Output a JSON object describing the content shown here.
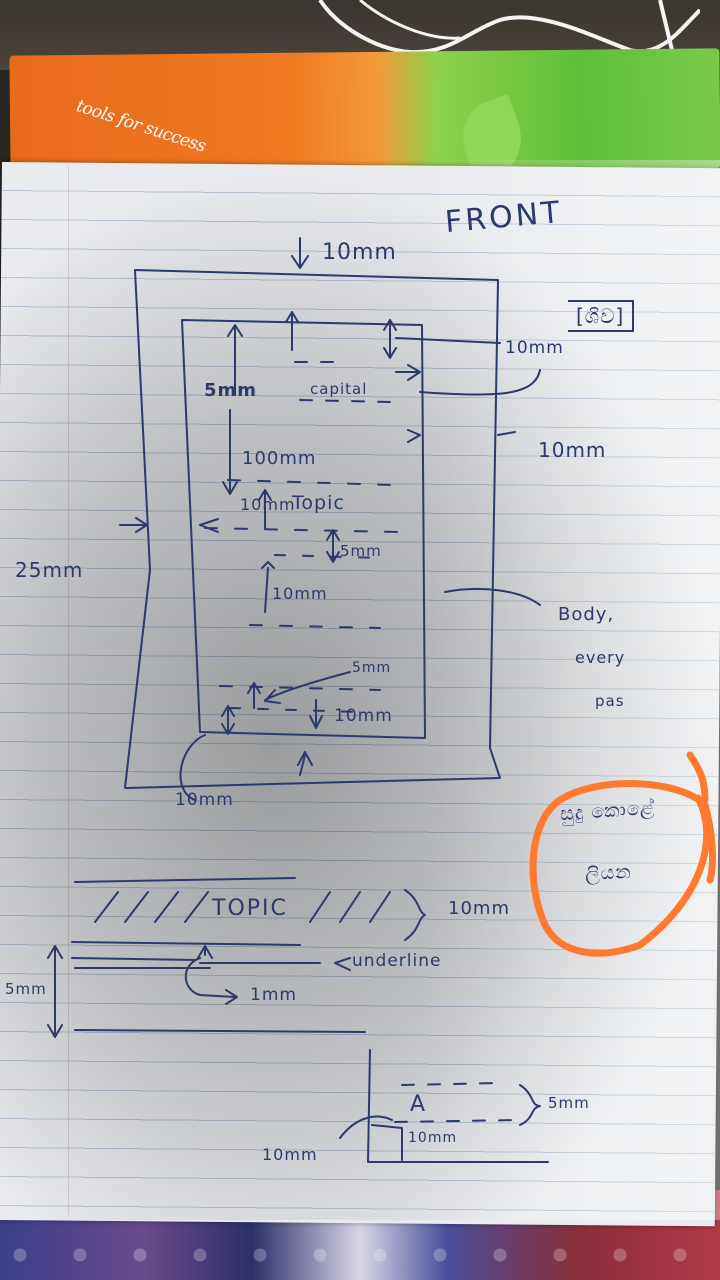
{
  "folder": {
    "tagline": "tools for success"
  },
  "sketch": {
    "title": "FRONT",
    "labels": {
      "top_margin": "10mm",
      "inner_top": "5mm",
      "capital": "capital",
      "box_note": "[ශිව]",
      "right_note_1": "10mm",
      "right_margin": "10mm",
      "body_height": "100mm",
      "topic_gap": "10mm",
      "topic": "Topic",
      "gap_5mm_a": "5mm",
      "left_margin": "25mm",
      "gap_10mm": "10mm",
      "body_note": [
        "Body,",
        "every",
        "pas"
      ],
      "gap_5mm_b": "5mm",
      "bottom_inner": "10mm",
      "bottom_margin": "10mm"
    },
    "circled_note": [
      "සුදු කොළේ",
      "ලියන"
    ],
    "topic_detail": {
      "topic": "TOPIC",
      "height": "10mm",
      "underline": "underline",
      "gap": "1mm",
      "spacing": "5mm"
    },
    "letter_detail": {
      "letter": "A",
      "gap": "5mm",
      "height": "10mm",
      "offset": "10mm"
    }
  },
  "colors": {
    "ink": "#2b3a6b",
    "highlight": "#ff7a2e",
    "paper": "#e9ebee"
  }
}
